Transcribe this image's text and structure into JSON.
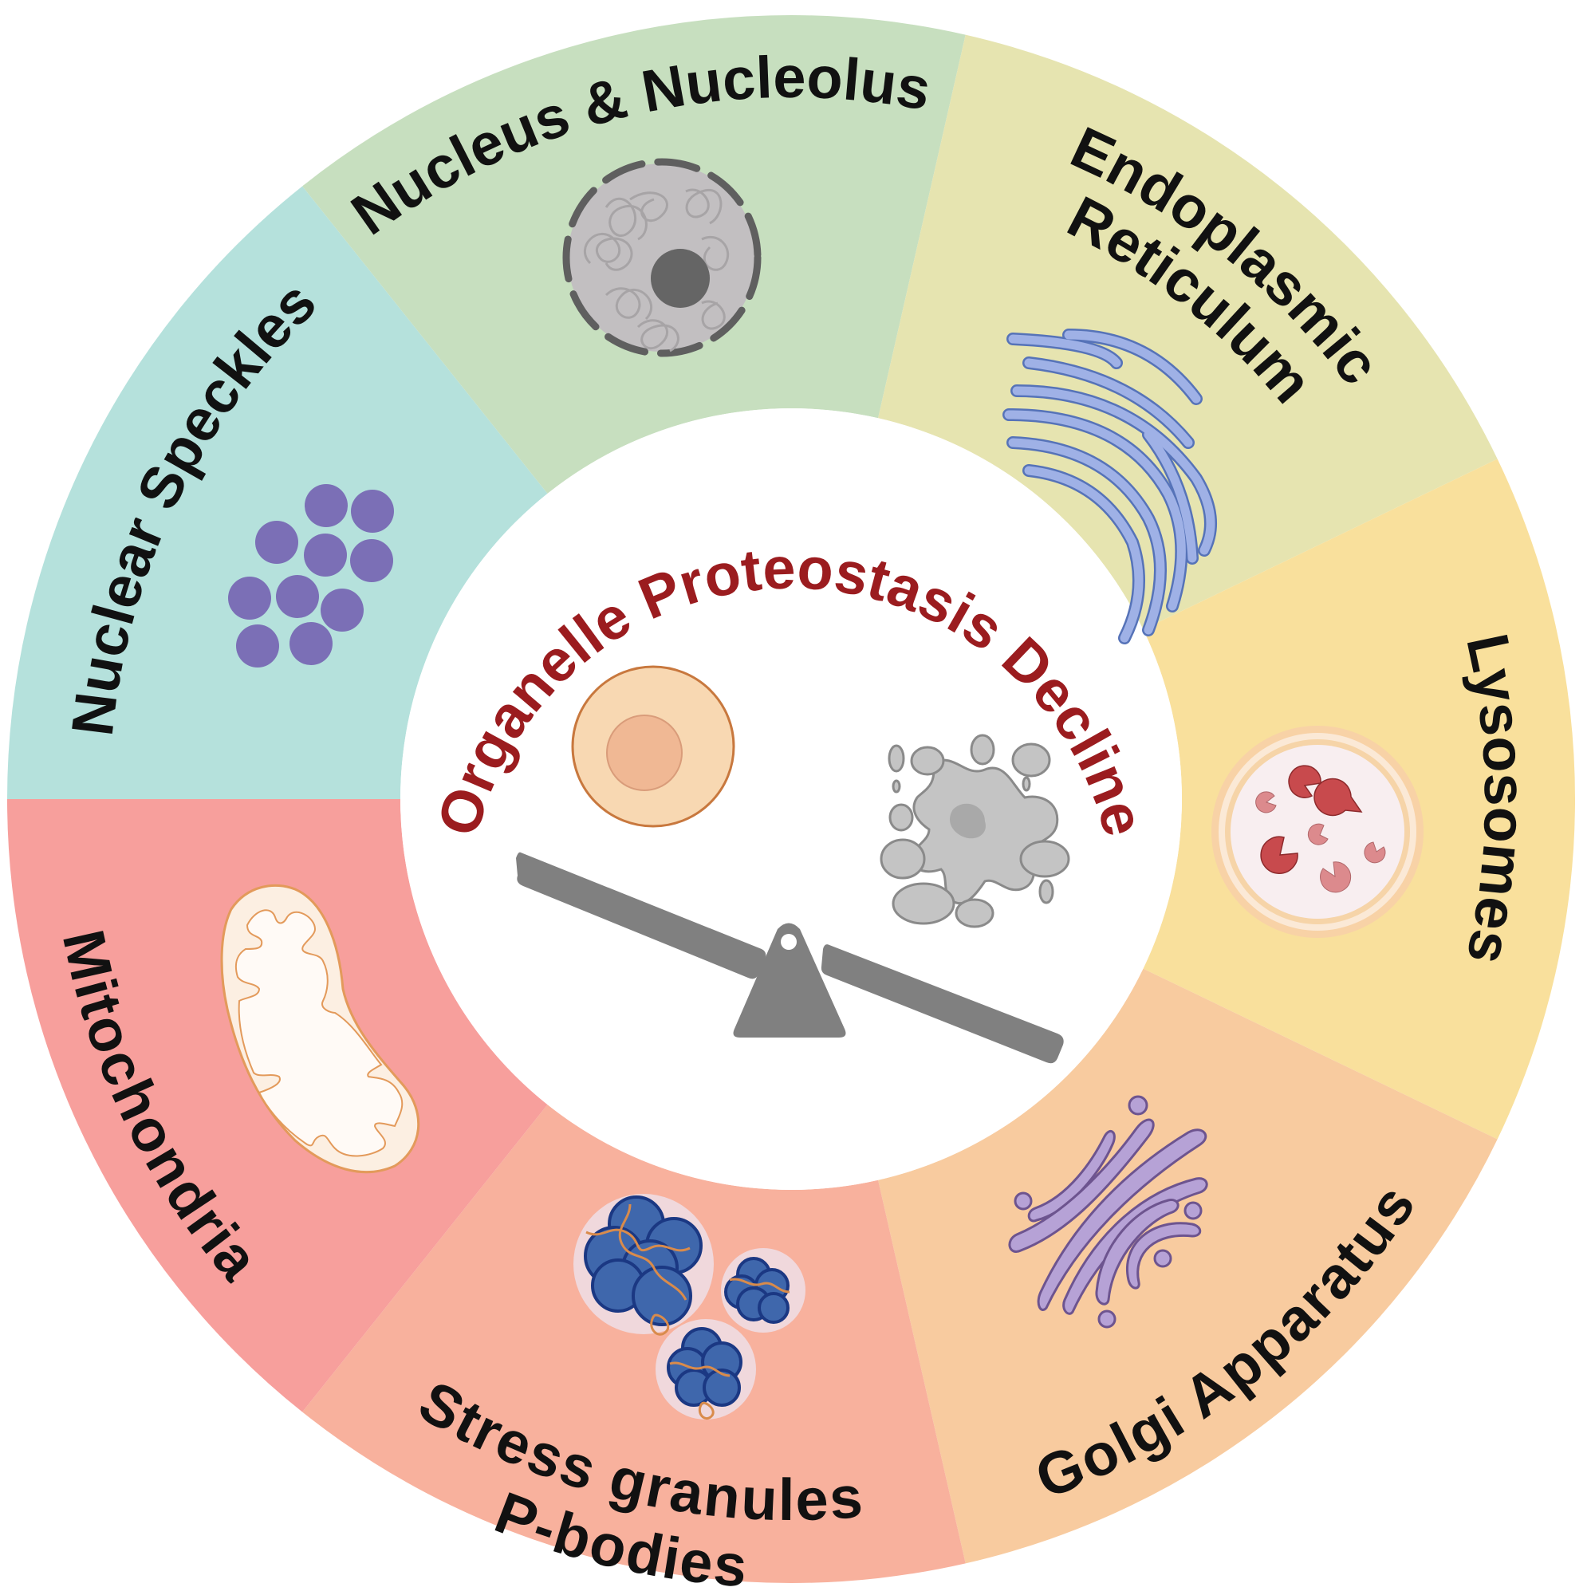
{
  "figure": {
    "center_title": "Organelle Proteostasis Decline",
    "center_title_color": "#9b1c1f",
    "balance_caption": {
      "left": "healthy-cell",
      "right": "damaged-cell-aggregates"
    }
  },
  "segments": [
    {
      "id": "nuclear-speckles",
      "lines": [
        "Nuclear Speckles"
      ],
      "color": "#b5e1dc",
      "icon": "nuclear-speckles-icon"
    },
    {
      "id": "nucleus",
      "lines": [
        "Nucleus & Nucleolus"
      ],
      "color": "#c7dfbf",
      "icon": "nucleus-icon"
    },
    {
      "id": "er",
      "lines": [
        "Endoplasmic",
        "Reticulum"
      ],
      "color": "#e6e4b0",
      "icon": "endoplasmic-reticulum-icon"
    },
    {
      "id": "lysosomes",
      "lines": [
        "Lysosomes"
      ],
      "color": "#f9e09c",
      "icon": "lysosome-icon"
    },
    {
      "id": "golgi",
      "lines": [
        "Golgi Apparatus"
      ],
      "color": "#f8cb9f",
      "icon": "golgi-icon"
    },
    {
      "id": "stress-granules",
      "lines": [
        "Stress granules",
        "P-bodies"
      ],
      "color": "#f8b19d",
      "icon": "stress-granules-icon"
    },
    {
      "id": "mitochondria",
      "lines": [
        "Mitochondria"
      ],
      "color": "#f79f9c",
      "icon": "mitochondria-icon"
    }
  ]
}
